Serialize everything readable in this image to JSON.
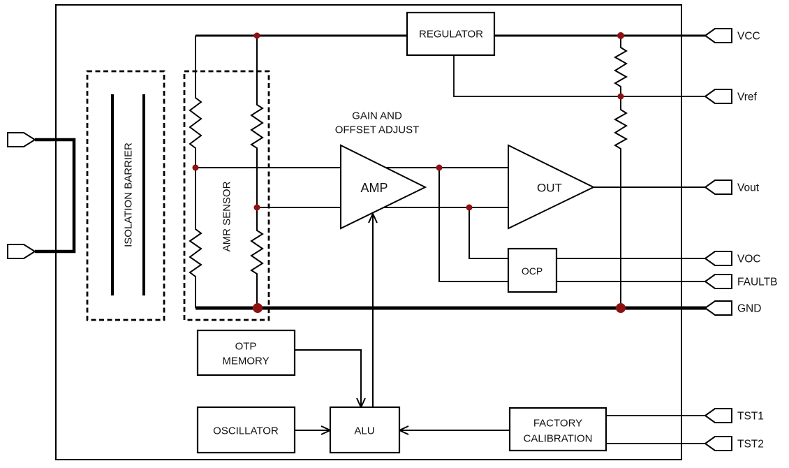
{
  "colors": {
    "line": "#000000",
    "junction_dot": "#8e1111",
    "background": "#ffffff"
  },
  "blocks": {
    "regulator": "REGULATOR",
    "amp": "AMP",
    "out": "OUT",
    "ocp": "OCP",
    "otp_line1": "OTP",
    "otp_line2": "MEMORY",
    "oscillator": "OSCILLATOR",
    "alu": "ALU",
    "factory_line1": "FACTORY",
    "factory_line2": "CALIBRATION"
  },
  "regions": {
    "isolation_barrier": "ISOLATION BARRIER",
    "amr_sensor": "AMR SENSOR"
  },
  "annotations": {
    "gain_offset_line1": "GAIN AND",
    "gain_offset_line2": "OFFSET ADJUST"
  },
  "pins": {
    "vcc": "VCC",
    "vref": "Vref",
    "vout": "Vout",
    "voc": "VOC",
    "faultb": "FAULTB",
    "gnd": "GND",
    "tst1": "TST1",
    "tst2": "TST2"
  }
}
